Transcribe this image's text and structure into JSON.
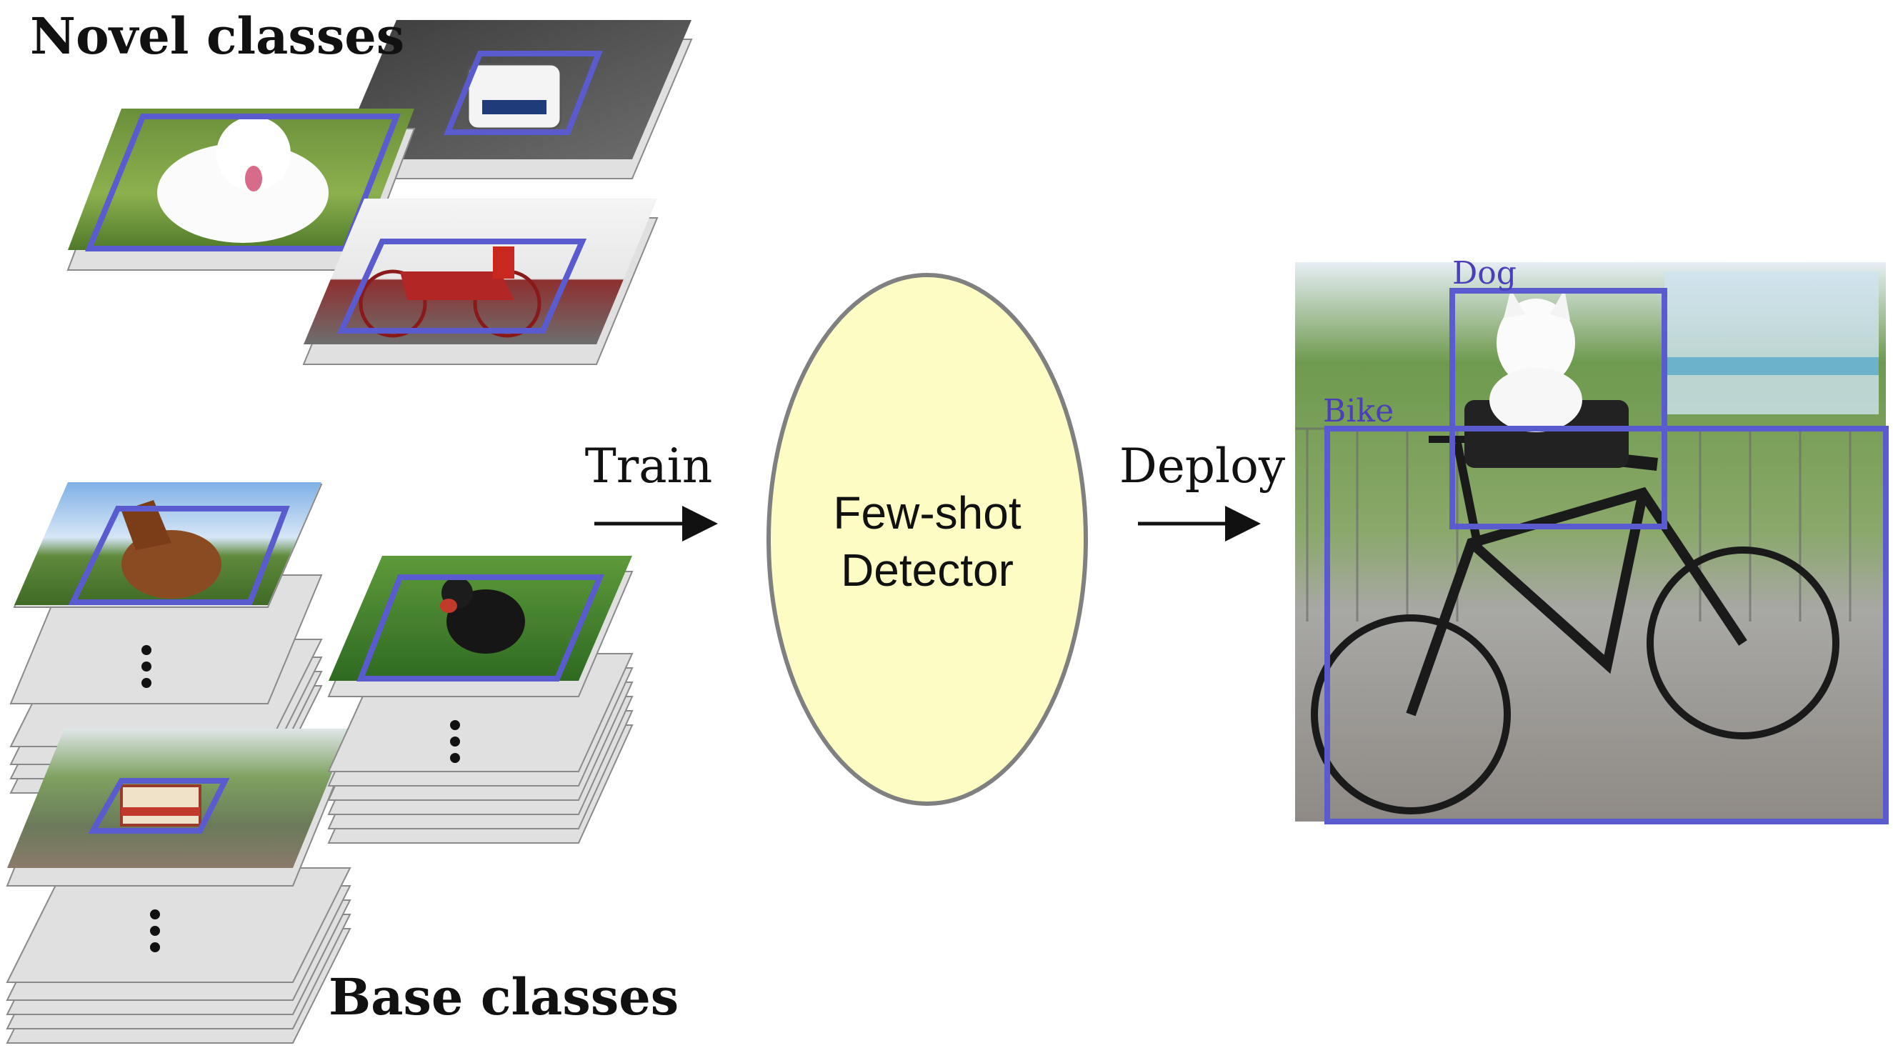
{
  "headings": {
    "novel": "Novel classes",
    "base": "Base classes"
  },
  "arrows": {
    "train": "Train",
    "deploy": "Deploy"
  },
  "detector": {
    "line1": "Few-shot",
    "line2": "Detector"
  },
  "output_labels": {
    "dog": "Dog",
    "bike": "Bike"
  },
  "colors": {
    "box": "#5b5bd0",
    "box_label": "#4a3fb8",
    "detector_fill": "#fcfcc4",
    "detector_stroke": "#808080",
    "card_fill": "#e0e0e0",
    "card_stroke": "#8a8a8a"
  },
  "images": {
    "novel": [
      "car",
      "dog",
      "bike"
    ],
    "base": [
      "horse",
      "bird",
      "train"
    ],
    "output": "dog-on-bike"
  }
}
